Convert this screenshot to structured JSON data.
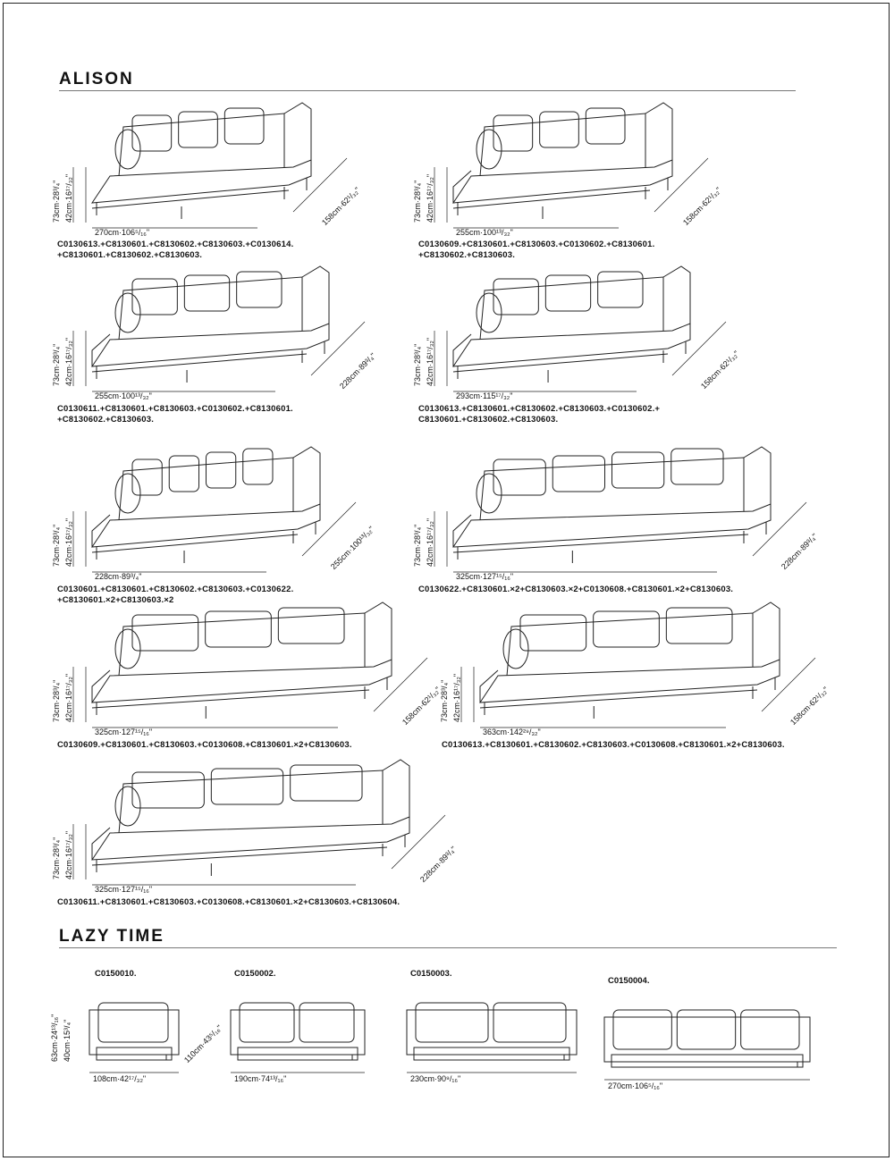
{
  "sections": {
    "alison": {
      "title": "ALISON"
    },
    "lazy_time": {
      "title": "LAZY TIME"
    }
  },
  "alison_items": [
    {
      "code": "C0130613.+C8130601.+C8130602.+C8130603.+C0130614.\n+C8130601.+C8130602.+C8130603.",
      "width": "270cm·106⁵/₁₆\"",
      "height": "73cm·28³/₄\"",
      "seat": "42cm·16¹⁷/₃₂\"",
      "depth": "158cm·62¹/₃₂\""
    },
    {
      "code": "C0130609.+C8130601.+C8130603.+C0130602.+C8130601.\n+C8130602.+C8130603.",
      "width": "255cm·100¹³/₃₂\"",
      "height": "73cm·28³/₄\"",
      "seat": "42cm·16¹⁷/₃₂\"",
      "depth": "158cm·62¹/₃₂\""
    },
    {
      "code": "C0130611.+C8130601.+C8130603.+C0130602.+C8130601.\n+C8130602.+C8130603.",
      "width": "255cm·100¹³/₃₂\"",
      "height": "73cm·28³/₄\"",
      "seat": "42cm·16¹⁷/₃₂\"",
      "depth": "228cm·89³/₄\""
    },
    {
      "code": "C0130613.+C8130601.+C8130602.+C8130603.+C0130602.+\nC8130601.+C8130602.+C8130603.",
      "width": "293cm·115¹⁷/₃₂\"",
      "height": "73cm·28³/₄\"",
      "seat": "42cm·16¹⁷/₃₂\"",
      "depth": "158cm·62¹/₃₂\""
    },
    {
      "code": "C0130601.+C8130601.+C8130602.+C8130603.+C0130622.\n+C8130601.×2+C8130603.×2",
      "width": "228cm·89³/₄\"",
      "height": "73cm·28³/₄\"",
      "seat": "42cm·16¹⁷/₃₂\"",
      "depth": "255cm·100¹³/₃₂\""
    },
    {
      "code": "C0130622.+C8130601.×2+C8130603.×2+C0130608.+C8130601.×2+C8130603.",
      "width": "325cm·127¹⁵/₁₆\"",
      "height": "73cm·28³/₄\"",
      "seat": "42cm·16¹⁷/₃₂\"",
      "depth": "228cm·89³/₄\""
    },
    {
      "code": "C0130609.+C8130601.+C8130603.+C0130608.+C8130601.×2+C8130603.",
      "width": "325cm·127¹⁵/₁₆\"",
      "height": "73cm·28³/₄\"",
      "seat": "42cm·16¹⁷/₃₂\"",
      "depth": "158cm·62¹/₃₂\""
    },
    {
      "code": "C0130613.+C8130601.+C8130602.+C8130603.+C0130608.+C8130601.×2+C8130603.",
      "width": "363cm·142²⁹/₃₂\"",
      "height": "73cm·28³/₄\"",
      "seat": "42cm·16¹⁷/₃₂\"",
      "depth": "158cm·62¹/₃₂\""
    },
    {
      "code": "C0130611.+C8130601.+C8130603.+C0130608.+C8130601.×2+C8130603.+C8130604.",
      "width": "325cm·127¹⁵/₁₆\"",
      "height": "73cm·28³/₄\"",
      "seat": "42cm·16¹⁷/₃₂\"",
      "depth": "228cm·89³/₄\""
    }
  ],
  "lazy_items": [
    {
      "code": "C0150010.",
      "width": "108cm·42¹⁷/₃₂\"",
      "height": "63cm·24¹³/₁₆\"",
      "seat": "40cm·15³/₄\"",
      "depth": "110cm·43⁵/₁₆\""
    },
    {
      "code": "C0150002.",
      "width": "190cm·74¹³/₁₆\""
    },
    {
      "code": "C0150003.",
      "width": "230cm·90⁹/₁₆\""
    },
    {
      "code": "C0150004.",
      "width": "270cm·106⁵/₁₆\""
    }
  ]
}
